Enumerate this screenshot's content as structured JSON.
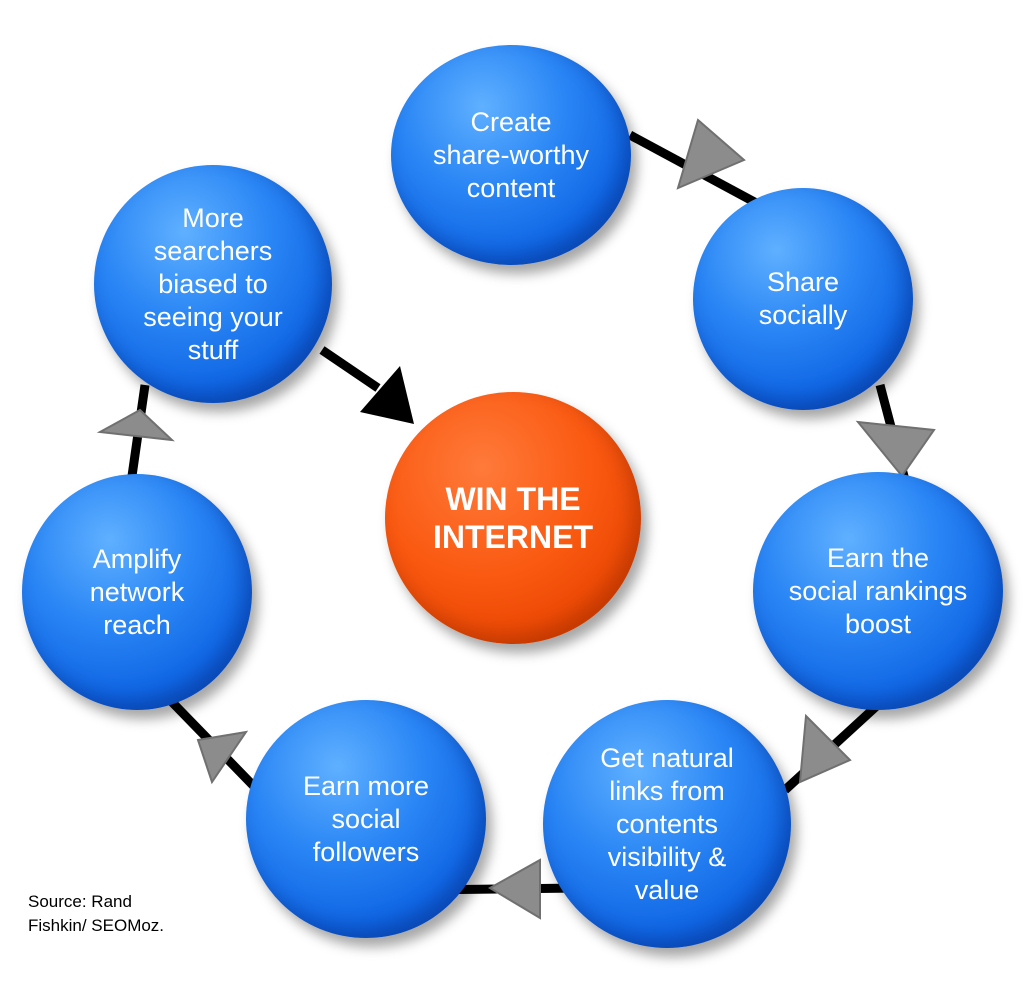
{
  "diagram": {
    "center": {
      "label": "WIN THE\nINTERNET",
      "color": "#f5500f"
    },
    "node_color": "#1a73ee",
    "connector_color": "#000000",
    "arrow_color": "#888888",
    "nodes": [
      {
        "id": "create-content",
        "label": "Create\nshare-worthy\ncontent"
      },
      {
        "id": "share-socially",
        "label": "Share\nsocially"
      },
      {
        "id": "earn-rankings-boost",
        "label": "Earn the\nsocial rankings\nboost"
      },
      {
        "id": "get-natural-links",
        "label": "Get natural\nlinks from\ncontents\nvisibility &\nvalue"
      },
      {
        "id": "earn-followers",
        "label": "Earn more\nsocial\nfollowers"
      },
      {
        "id": "amplify-reach",
        "label": "Amplify\nnetwork\nreach"
      },
      {
        "id": "more-searchers",
        "label": "More\nsearchers\nbiased to\nseeing your\nstuff"
      }
    ]
  },
  "source": {
    "line1": "Source: Rand",
    "line2": "Fishkin/ SEOMoz."
  }
}
